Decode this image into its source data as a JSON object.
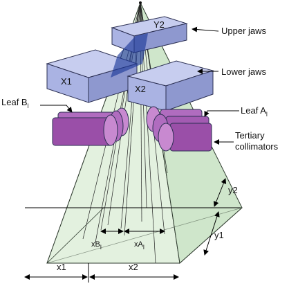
{
  "diagram": {
    "labels": {
      "y2_jaw": "Y2",
      "x1_jaw": "X1",
      "x2_jaw": "X2",
      "upper_jaws": "Upper jaws",
      "lower_jaws": "Lower jaws",
      "leaf_b": "Leaf B",
      "leaf_b_sub": "l",
      "leaf_a": "Leaf A",
      "leaf_a_sub": "l",
      "tertiary_line1": "Tertiary",
      "tertiary_line2": "collimators",
      "y2_dim": "y2",
      "y1_dim": "y1",
      "xb_dim": "xB",
      "xb_sub": "l",
      "xa_dim": "xA",
      "xa_sub": "l",
      "x1_dim": "x1",
      "x2_dim": "x2"
    },
    "colors": {
      "jaw_fill": "#aab3e3",
      "jaw_top": "#c7cdef",
      "jaw_stroke": "#2b2f52",
      "leaf_fill": "#9a4fa8",
      "leaf_light": "#c889d0",
      "field_fill": "#d8ecd3",
      "field_stroke": "#2f3b2f",
      "beam_blue": "#1f3a9a"
    }
  }
}
